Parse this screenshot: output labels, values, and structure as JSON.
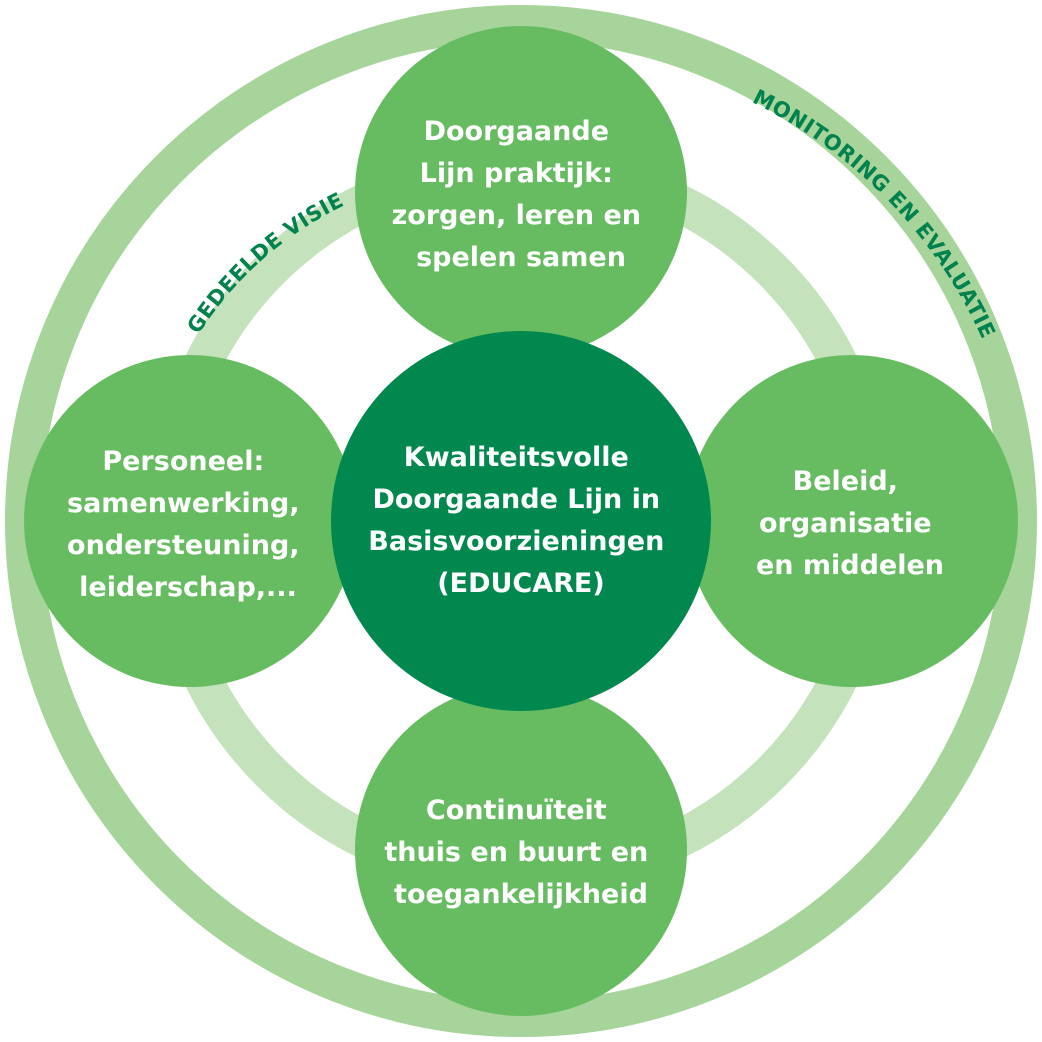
{
  "colors": {
    "outer_ring": "#a6d49a",
    "inner_ring": "#c4e2bb",
    "satellite": "#67bc62",
    "center": "#00884f",
    "ring_label": "#00814e",
    "node_text": "#ffffff"
  },
  "ring_labels": {
    "outer": "MONITORING EN EVALUATIE",
    "inner": "GEDEELDE VISIE"
  },
  "nodes": {
    "center": [
      "Kwaliteitsvolle",
      "Doorgaande Lijn in",
      "Basisvoorzieningen",
      "(EDUCARE)"
    ],
    "top": [
      "Doorgaande",
      "Lijn praktijk:",
      "zorgen, leren en",
      "spelen samen"
    ],
    "left": [
      "Personeel:",
      "samenwerking,",
      "ondersteuning,",
      "leiderschap,..."
    ],
    "right": [
      "Beleid,",
      "organisatie",
      "en middelen"
    ],
    "bottom": [
      "Continuïteit",
      "thuis en buurt en",
      "toegankelijkheid"
    ]
  }
}
